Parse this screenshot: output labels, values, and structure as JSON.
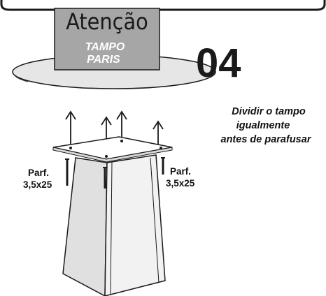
{
  "sign": {
    "title": "Atenção",
    "subtitle_line1": "TAMPO",
    "subtitle_line2": "PARIS"
  },
  "step_number": "04",
  "instruction": {
    "line1": "Dividir o tampo",
    "line2": "igualmente",
    "line3": "antes de parafusar"
  },
  "screw_left": {
    "line1": "Parf.",
    "line2": "3,5x25"
  },
  "screw_right": {
    "line1": "Parf.",
    "line2": "3,5x25"
  },
  "colors": {
    "sign_fill": "#a6a6a6",
    "tabletop_fill": "#e6e6e6",
    "stroke": "#1a1a1a"
  }
}
